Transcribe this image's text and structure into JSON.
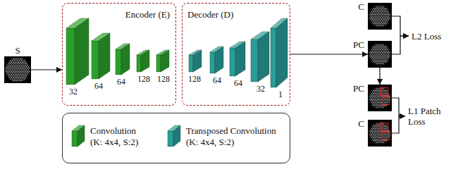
{
  "diagram": {
    "nodes": [
      {
        "text": [
          "S"
        ]
      },
      {
        "text": [
          "Encoder (E)"
        ]
      },
      {
        "text": [
          "Decoder (D)"
        ]
      },
      {
        "text": [
          "C"
        ]
      },
      {
        "text": [
          "PC"
        ]
      },
      {
        "text": [
          "L2 Loss"
        ]
      },
      {
        "text": [
          "PC"
        ]
      },
      {
        "text": [
          "C"
        ]
      },
      {
        "text": [
          "L1 Patch Loss"
        ]
      }
    ],
    "edges": [
      {
        "from": 0,
        "to": 1,
        "arrow": "to"
      },
      {
        "from": 2,
        "to": 4,
        "arrow": "to"
      },
      {
        "from": 3,
        "to": 5,
        "arrow": "to"
      },
      {
        "from": 4,
        "to": 5,
        "arrow": "to"
      },
      {
        "from": 4,
        "to": 6,
        "arrow": "to"
      },
      {
        "from": 6,
        "to": 8,
        "arrow": "to"
      },
      {
        "from": 7,
        "to": 8,
        "arrow": "to"
      }
    ],
    "labels": [
      "32",
      "64",
      "64",
      "128",
      "128",
      "128",
      "64",
      "64",
      "32",
      "1"
    ],
    "legend": [
      {
        "text": "Convolution (K: 4x4, S:2)",
        "color": "#2ca02c"
      },
      {
        "text": "Transposed Convolution (K: 4x4, S:2)",
        "color": "#2a9d9a"
      }
    ]
  }
}
